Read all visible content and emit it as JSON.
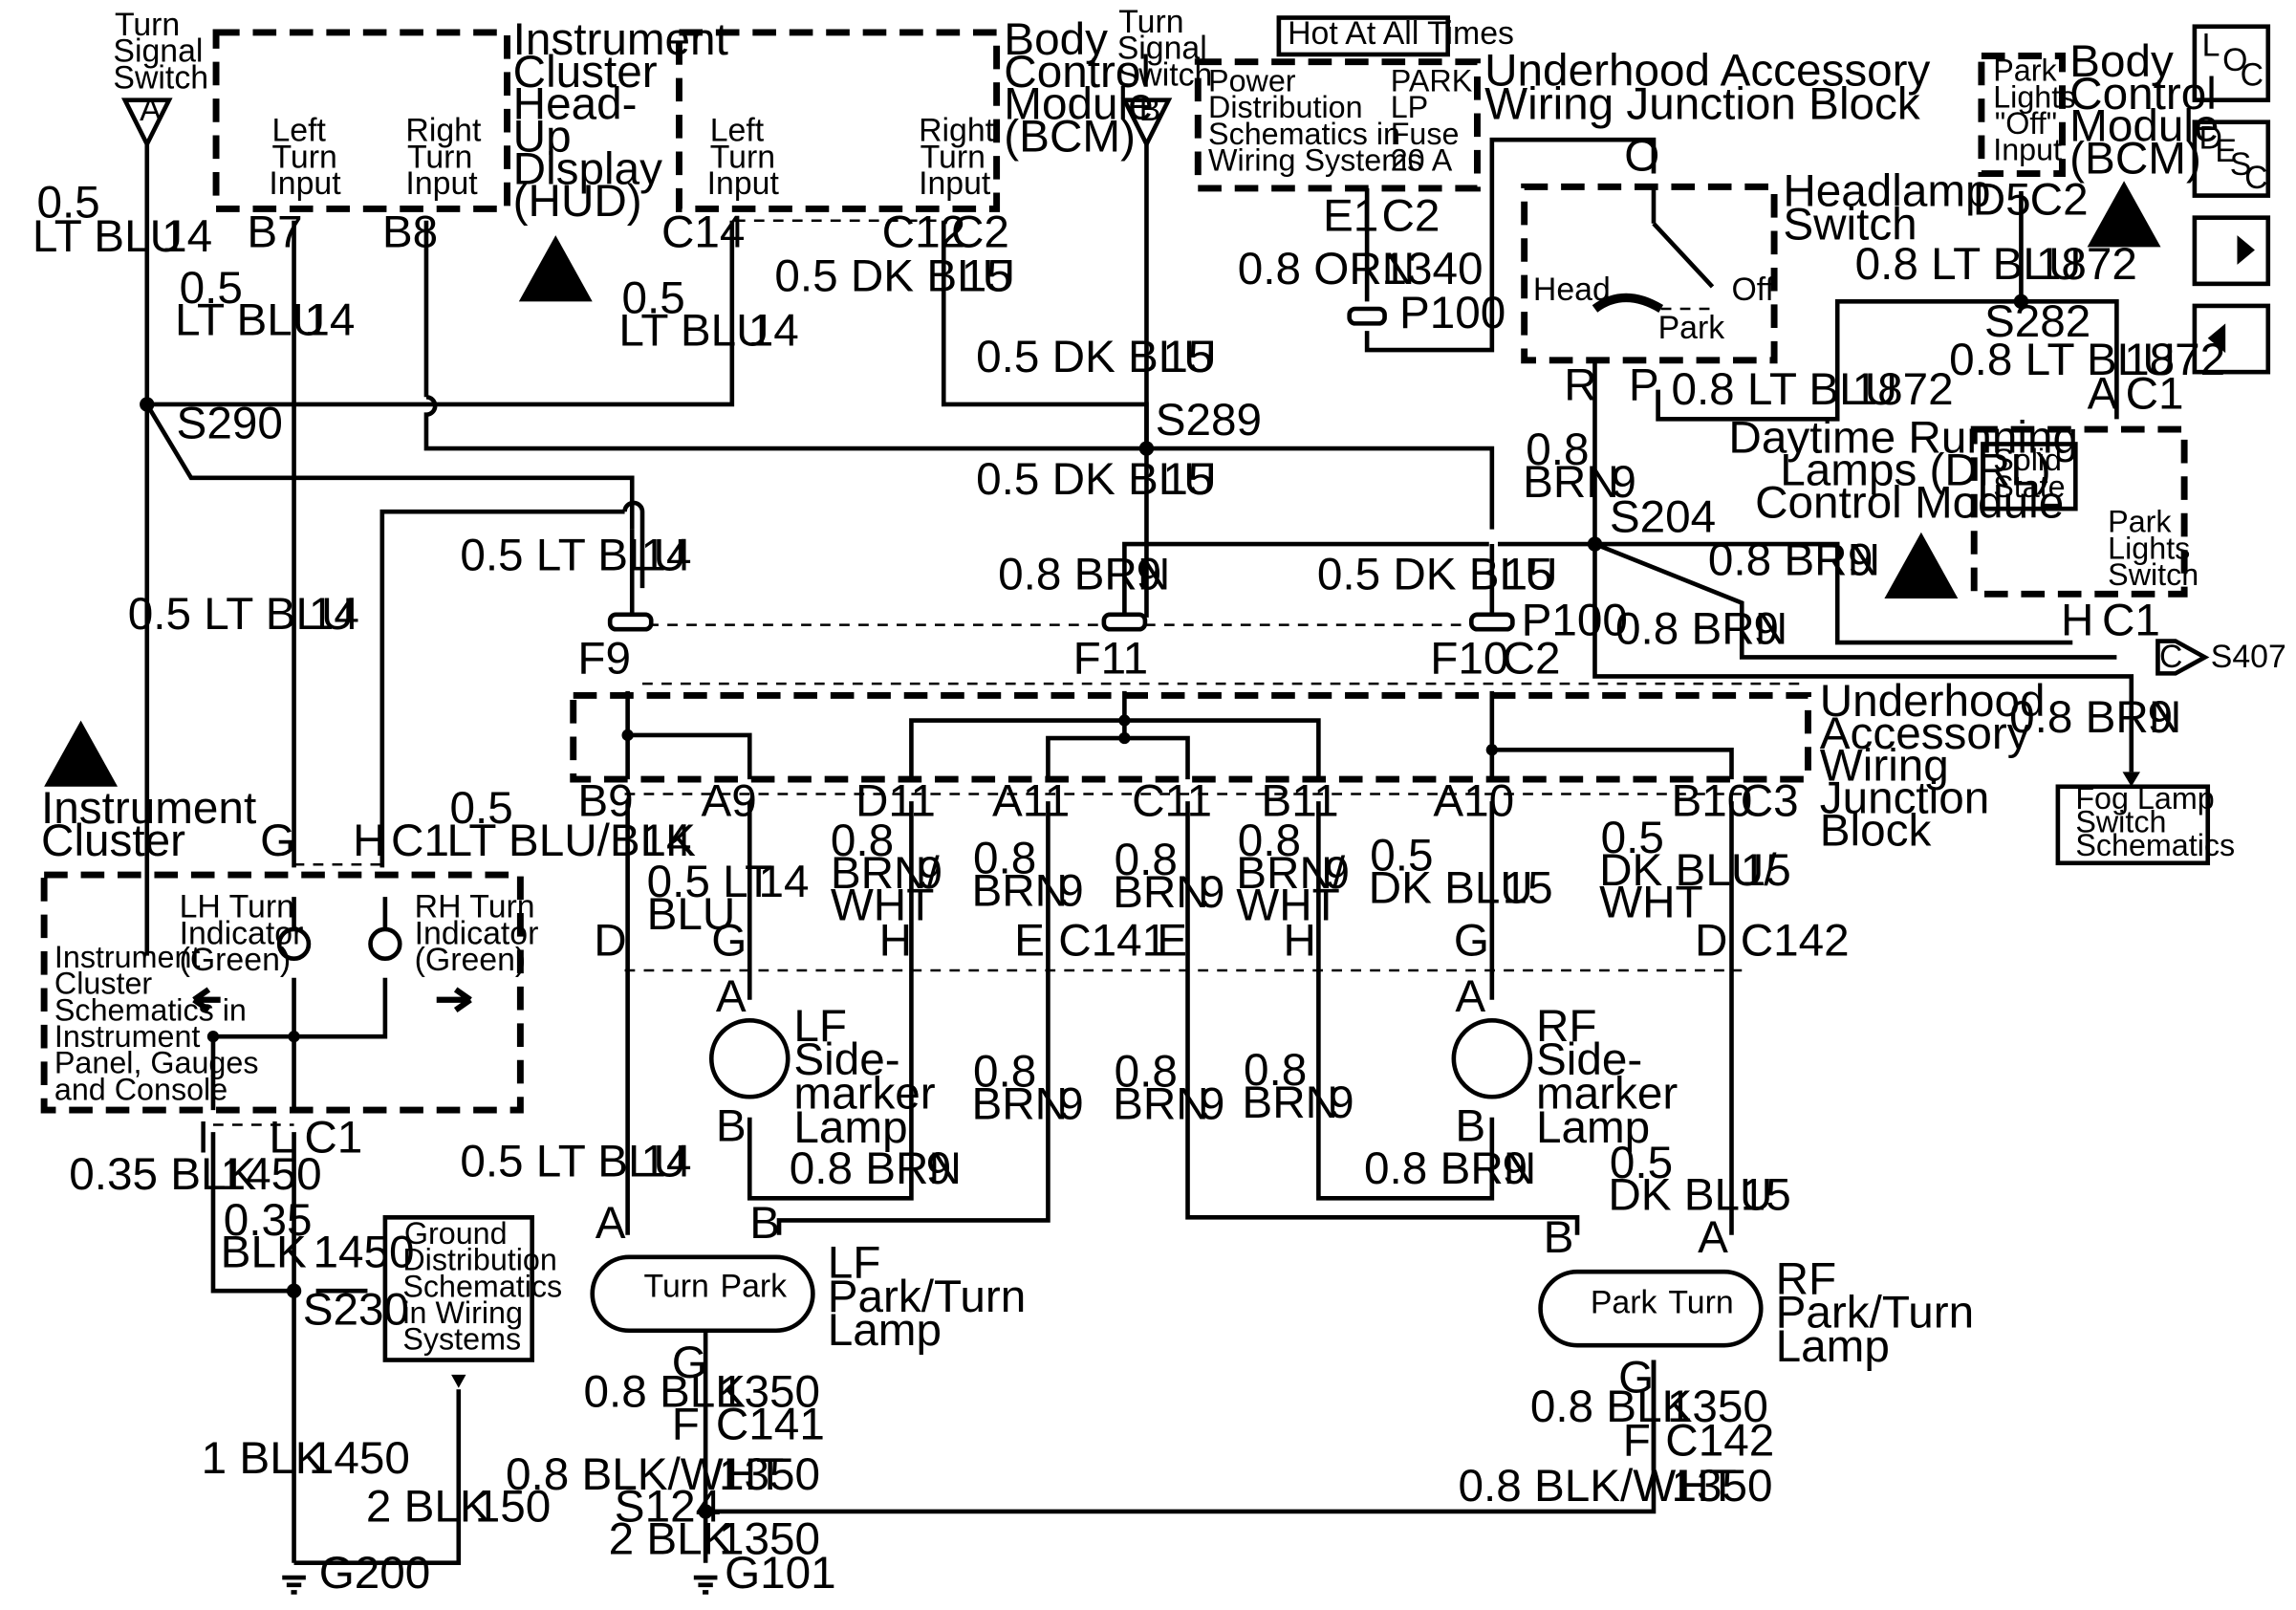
{
  "modules": {
    "ipc": {
      "title": [
        "Instrument",
        "Cluster",
        "Head-",
        "Up",
        "Display",
        "(HUD)"
      ],
      "left_input": [
        "Left",
        "Turn",
        "Input"
      ],
      "right_input": [
        "Right",
        "Turn",
        "Input"
      ],
      "pin_left": "B7",
      "pin_right": "B8"
    },
    "bcm_top": {
      "title": [
        "Body",
        "Control",
        "Module",
        "(BCM)"
      ],
      "left_input": [
        "Left",
        "Turn",
        "Input"
      ],
      "right_input": [
        "Right",
        "Turn",
        "Input"
      ],
      "pin_left": "C14",
      "pin_right": "C12",
      "conn_right": "C2"
    },
    "tss_a": {
      "title": [
        "Turn",
        "Signal",
        "Switch"
      ],
      "pin": "A"
    },
    "tss_b": {
      "title": [
        "Turn",
        "Signal",
        "Switch"
      ],
      "pin": "B"
    },
    "hot_label": "Hot At All Times",
    "power_dist": [
      "Power",
      "Distribution",
      "Schematics in",
      "Wiring Systems"
    ],
    "fuse": [
      "PARK",
      "LP",
      "Fuse",
      "20 A"
    ],
    "fuse_pins": {
      "pin": "E1",
      "conn": "C2"
    },
    "uh_block_top": [
      "Underhood Accessory",
      "Wiring Junction Block"
    ],
    "headlamp": {
      "title": [
        "Headlamp",
        "Switch"
      ],
      "pin_o": "O",
      "head": "Head",
      "park": "Park",
      "off": "Off",
      "pin_r": "R",
      "pin_p": "P"
    },
    "bcm_right": {
      "title": [
        "Body",
        "Control",
        "Module",
        "(BCM)"
      ],
      "park_off": [
        "Park",
        "Lights",
        "\"Off\"",
        "Input"
      ],
      "pin": "D5",
      "conn": "C2"
    },
    "drl": {
      "title": [
        "Daytime Running",
        "Lamps (DRL)",
        "Control Module"
      ],
      "solid_state": [
        "Solid",
        "State"
      ],
      "park_switch": [
        "Park",
        "Lights",
        "Switch"
      ],
      "pin_a": "A",
      "conn_a": "C1",
      "pin_h": "H",
      "conn_h": "C1"
    },
    "s407": {
      "pin": "C",
      "label": "S407"
    },
    "fog": [
      "Fog Lamp",
      "Switch",
      "Schematics"
    ],
    "uh_block_mid": [
      "Underhood",
      "Accessory",
      "Wiring",
      "Junction",
      "Block"
    ],
    "cluster": {
      "title": [
        "Instrument",
        "Cluster"
      ],
      "pin_g": "G",
      "pin_h": "H",
      "conn": "C1",
      "lh": [
        "LH Turn",
        "Indicator",
        "(Green)"
      ],
      "rh": [
        "RH Turn",
        "Indicator",
        "(Green)"
      ],
      "schem": [
        "Instrument",
        "Cluster",
        "Schematics in",
        "Instrument",
        "Panel, Gauges",
        "and Console"
      ],
      "pin_i": "I",
      "pin_l": "L",
      "conn_bottom": "C1"
    },
    "ground_dist": [
      "Ground",
      "Distribution",
      "Schematics",
      "in Wiring",
      "Systems"
    ],
    "lf_side": [
      "LF",
      "Side-",
      "marker",
      "Lamp"
    ],
    "rf_side": [
      "RF",
      "Side-",
      "marker",
      "Lamp"
    ],
    "lf_park": {
      "title": [
        "LF",
        "Park/Turn",
        "Lamp"
      ],
      "turn": "Turn",
      "park": "Park",
      "pin_a": "A",
      "pin_b": "B",
      "pin_g": "G"
    },
    "rf_park": {
      "title": [
        "RF",
        "Park/Turn",
        "Lamp"
      ],
      "turn": "Turn",
      "park": "Park",
      "pin_a": "A",
      "pin_b": "B",
      "pin_g": "G"
    },
    "side_pins": {
      "a": "A",
      "b": "B"
    }
  },
  "wires": {
    "w_05ltblu": "0.5",
    "w_ltblu": "LT BLU",
    "c14": "14",
    "w_05ltblu_2": "0.5",
    "w_ltblu_2": "LT BLU",
    "c14_2": "14",
    "w_05ltblu_3": "0.5",
    "w_ltblu_3": "LT BLU",
    "c14_3": "14",
    "dkblu_c12": "0.5 DK BLU",
    "c15_c12": "15",
    "dkblu_tssb": "0.5 DK BLU",
    "c15_tssb": "15",
    "dkblu_s289": "0.5 DK BLU",
    "c15_s289": "15",
    "orn": "0.8 ORN",
    "c1340": "1340",
    "ltblu_s282a": "0.8 LT BLU",
    "c1872a": "1872",
    "ltblu_s282b": "0.8 LT BLU",
    "c1872b": "1872",
    "ltblu_p": "0.8 LT BLU",
    "c1872c": "1872",
    "brn_08": "0.8",
    "brn": "BRN",
    "c9_r": "9",
    "brn_drl": "0.8 BRN",
    "c9_drl": "9",
    "brn_s407": "0.8 BRN",
    "c9_s407": "9",
    "brn_fog": "0.8 BRN",
    "c9_fog": "9",
    "ltblu_f9": "0.5 LT BLU",
    "c14_f9": "14",
    "ltblu_ic": "0.5 LT BLU",
    "c14_ic": "14",
    "brn_f11": "0.8 BRN",
    "c9_f11": "9",
    "dkblu_f10": "0.5 DK BLU",
    "c15_f10": "15",
    "ltblublk_05": "0.5",
    "ltblublk": "LT BLU/BLK",
    "c14_h": "14",
    "b9_c14": "14",
    "a9_a": "0.5 LT",
    "a9_b": "BLU",
    "a9_c": "14",
    "d11_a": "0.8",
    "d11_b": "BRN/",
    "d11_c": "WHT",
    "d11_n": "9",
    "a11_a": "0.8",
    "a11_b": "BRN",
    "a11_n": "9",
    "c11_a": "0.8",
    "c11_b": "BRN",
    "c11_n": "9",
    "b11_a": "0.8",
    "b11_b": "BRN/",
    "b11_c": "WHT",
    "b11_n": "9",
    "a10_a": "0.5",
    "a10_b": "DK BLU",
    "a10_n": "15",
    "b10_a": "0.5",
    "b10_b": "DK BLU/",
    "b10_c": "WHT",
    "b10_n": "15",
    "lfl_brn_a": "0.8",
    "lfl_brn_b": "BRN",
    "lfl_n": "9",
    "rfl_brn_a": "0.8",
    "rfl_brn_b": "BRN",
    "rfl_n": "9",
    "rfm_brn_a": "0.8",
    "rfm_brn_b": "BRN",
    "rfm_n": "9",
    "lfs_brn": "0.8 BRN",
    "lfs_n": "9",
    "rfs_brn": "0.8 BRN",
    "rfs_n": "9",
    "lf_ltblu": "0.5 LT BLU",
    "lf_14": "14",
    "rf_dkblu_a": "0.5",
    "rf_dkblu_b": "DK BLU",
    "rf_15": "15",
    "blk035": "0.35 BLK",
    "c1450a": "1450",
    "blk035b_a": "0.35",
    "blk035b_b": "BLK",
    "c1450b": "1450",
    "blk1": "1 BLK",
    "c1450c": "1450",
    "blk2": "2 BLK",
    "c150": "150",
    "lf_blk": "0.8 BLK",
    "lf_1350": "1350",
    "lf_blkwht": "0.8 BLK/WHT",
    "lf_1350b": "1350",
    "s124_blk": "2 BLK",
    "s124_1350": "1350",
    "rf_blk": "0.8 BLK",
    "rf_1350": "1350",
    "rf_blkwht": "0.8 BLK/WHT",
    "rf_1350b": "1350"
  },
  "splices": {
    "s290": "S290",
    "s289": "S289",
    "s204": "S204",
    "s282": "S282",
    "s230": "S230",
    "s124": "S124"
  },
  "grounds": {
    "g200": "G200",
    "g101": "G101"
  },
  "connectors": {
    "p100_top": "P100",
    "p100_mid": "P100",
    "c2_mid": "C2",
    "f9": "F9",
    "f11": "F11",
    "f10": "F10",
    "b9": "B9",
    "a9": "A9",
    "d11": "D11",
    "a11": "A11",
    "c11": "C11",
    "b11": "B11",
    "a10": "A10",
    "b10": "B10",
    "c3": "C3",
    "d": "D",
    "g": "G",
    "h": "H",
    "e": "E",
    "c141": "C141",
    "e2": "E",
    "h2": "H",
    "g2": "G",
    "d2": "D",
    "c142": "C142",
    "lf_f": "F",
    "lf_c141": "C141",
    "rf_f": "F",
    "rf_c142": "C142"
  },
  "nav": {
    "loc": [
      "L",
      "O",
      "C"
    ],
    "desc": [
      "D",
      "E",
      "S",
      "C"
    ]
  }
}
